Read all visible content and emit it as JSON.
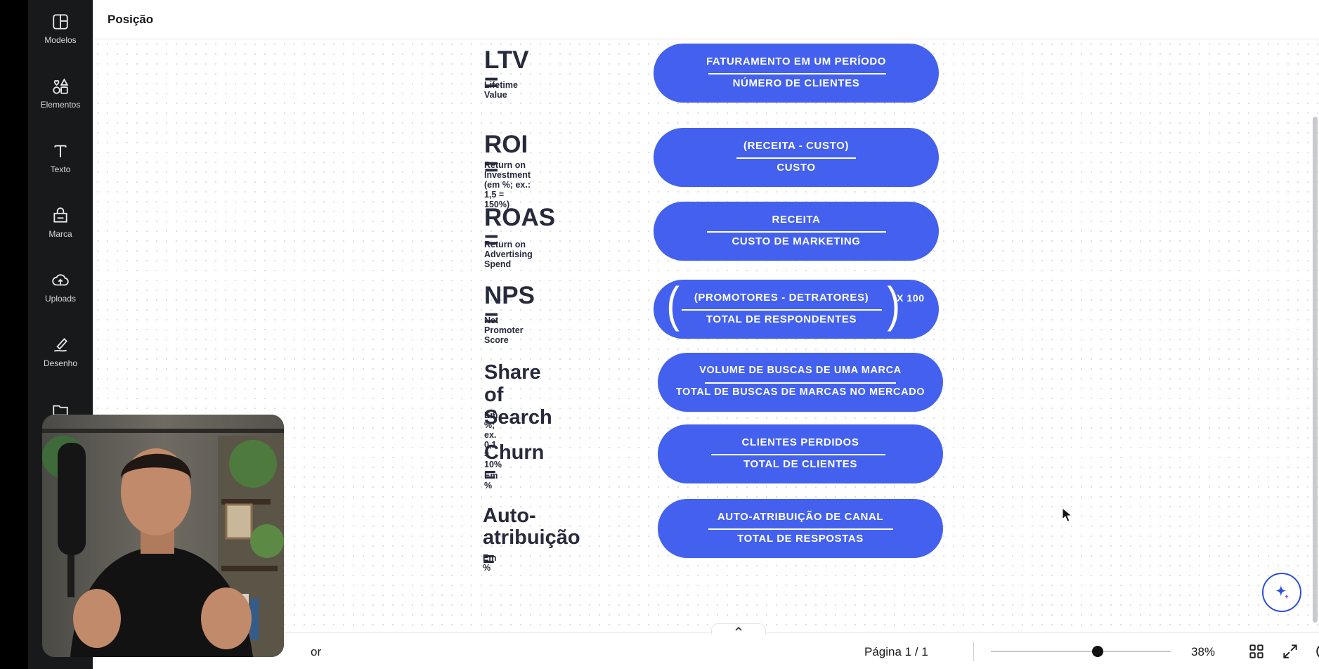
{
  "sidebar": {
    "items": [
      {
        "label": "Modelos",
        "icon": "layout-icon"
      },
      {
        "label": "Elementos",
        "icon": "shapes-icon"
      },
      {
        "label": "Texto",
        "icon": "text-icon"
      },
      {
        "label": "Marca",
        "icon": "brand-icon"
      },
      {
        "label": "Uploads",
        "icon": "upload-cloud-icon"
      },
      {
        "label": "Desenho",
        "icon": "draw-icon"
      },
      {
        "label": "",
        "icon": "folder-icon"
      }
    ]
  },
  "topbar": {
    "title": "Posição"
  },
  "metrics": [
    {
      "name": "LTV =",
      "desc": "Lifetime Value",
      "numerator": "FATURAMENTO EM UM PERÍODO",
      "denominator": "NÚMERO DE CLIENTES"
    },
    {
      "name": "ROI =",
      "desc": "Return on Investment\n(em %; ex.: 1,5 = 150%)",
      "numerator": "(RECEITA - CUSTO)",
      "denominator": "CUSTO"
    },
    {
      "name": "ROAS =",
      "desc": "Return on Advertising\nSpend",
      "numerator": "RECEITA",
      "denominator": "CUSTO DE MARKETING"
    },
    {
      "name": "NPS =",
      "desc": "Net Promoter Score",
      "numerator": "(PROMOTORES - DETRATORES)",
      "denominator": "TOTAL DE RESPONDENTES",
      "multiplier": "X 100"
    },
    {
      "name": "Share of\nSearch",
      "desc": "Em %; ex. 0,1 = 10%",
      "numerator": "VOLUME DE BUSCAS DE UMA MARCA",
      "denominator": "TOTAL DE BUSCAS DE MARCAS NO MERCADO"
    },
    {
      "name": "Churn =",
      "desc": "Em %",
      "numerator": "CLIENTES PERDIDOS",
      "denominator": "TOTAL DE CLIENTES"
    },
    {
      "name": "Auto-\natribuição =",
      "desc": "Em %",
      "numerator": "AUTO-ATRIBUIÇÃO DE CANAL",
      "denominator": "TOTAL DE RESPOSTAS"
    }
  ],
  "bottombar": {
    "note": "or",
    "page_label": "Página 1 / 1",
    "zoom_label": "38%",
    "zoom_fraction": 0.38
  },
  "colors": {
    "accent": "#4361ee",
    "sidebar_bg": "#18191b",
    "text_dark": "#262a3b"
  }
}
